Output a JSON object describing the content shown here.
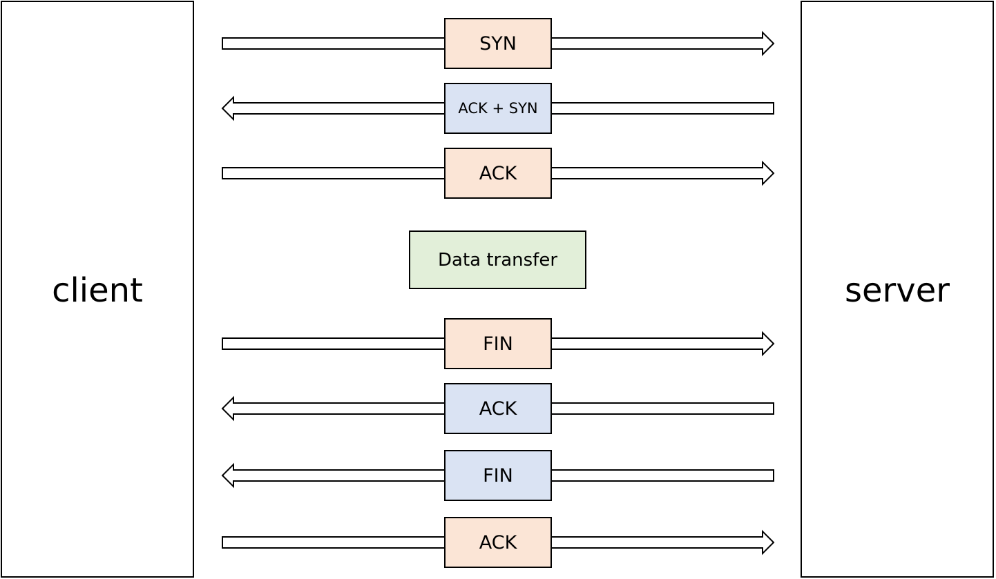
{
  "participants": {
    "client": "client",
    "server": "server"
  },
  "colors": {
    "client_to_server_fill": "#fbe5d6",
    "server_to_client_fill": "#dae3f3",
    "data_transfer_fill": "#e2efd9",
    "stroke": "#000000"
  },
  "messages": [
    {
      "label": "SYN",
      "direction": "client-to-server"
    },
    {
      "label": "ACK + SYN",
      "direction": "server-to-client"
    },
    {
      "label": "ACK",
      "direction": "client-to-server"
    },
    {
      "label": "FIN",
      "direction": "client-to-server"
    },
    {
      "label": "ACK",
      "direction": "server-to-client"
    },
    {
      "label": "FIN",
      "direction": "server-to-client"
    },
    {
      "label": "ACK",
      "direction": "client-to-server"
    }
  ],
  "data_transfer": {
    "label": "Data transfer"
  }
}
